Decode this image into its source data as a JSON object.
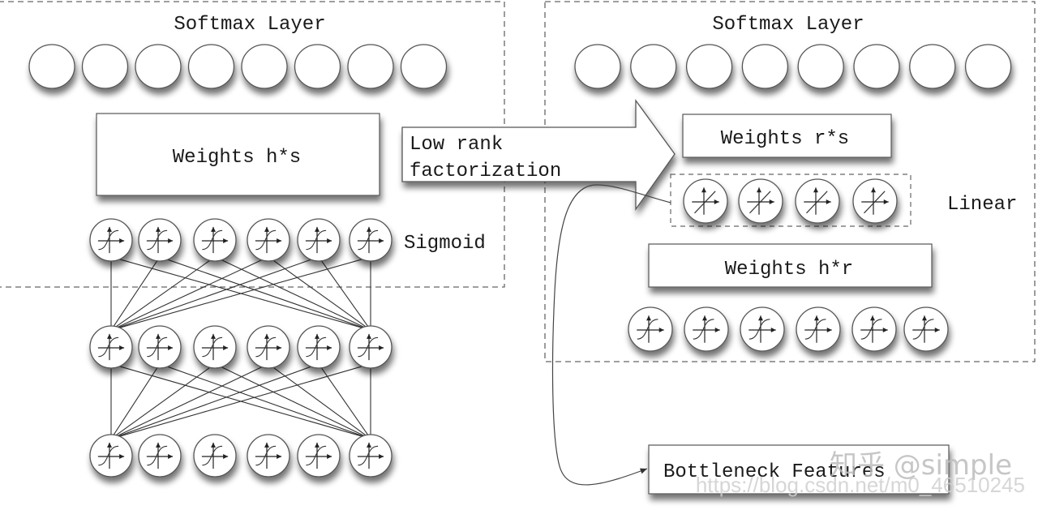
{
  "left_network": {
    "region_label": "Softmax Layer",
    "softmax_node_count": 8,
    "weights_label": "Weights h*s",
    "activation_label": "Sigmoid",
    "hidden_layers": 3,
    "hidden_nodes_per_layer": 6,
    "hidden_node_icon": "sigmoid-icon"
  },
  "transform_arrow": {
    "line1": "Low rank",
    "line2": "factorization"
  },
  "right_network": {
    "region_label": "Softmax Layer",
    "softmax_node_count": 8,
    "weights_top_label": "Weights r*s",
    "linear_node_count": 4,
    "linear_node_icon": "linear-icon",
    "linear_label": "Linear",
    "weights_bottom_label": "Weights h*r",
    "sigmoid_node_count": 6,
    "sigmoid_node_icon": "sigmoid-icon"
  },
  "output_box": {
    "label": "Bottleneck Features"
  },
  "watermark": {
    "line1": "知乎 @simple",
    "line2": "https://blog.csdn.net/m0_46510245"
  }
}
